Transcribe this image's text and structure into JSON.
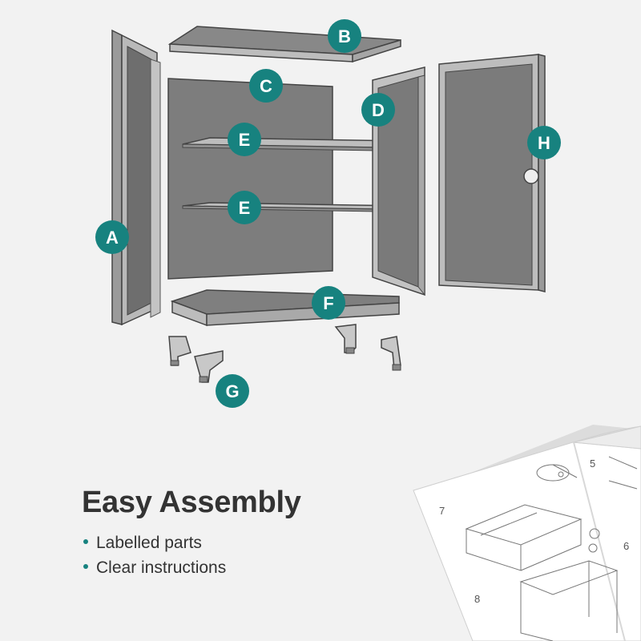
{
  "accent_color": "#17827f",
  "parts": {
    "labels": [
      "A",
      "B",
      "C",
      "D",
      "E",
      "E",
      "F",
      "G",
      "H"
    ],
    "part_names": [
      "left-door",
      "top-panel",
      "back-panel",
      "right-glass-door",
      "shelf",
      "shelf",
      "base-panel",
      "legs",
      "side-door"
    ]
  },
  "manual": {
    "page_numbers": [
      "7",
      "8",
      "5",
      "6"
    ]
  },
  "headline": "Easy Assembly",
  "features": [
    "Labelled parts",
    "Clear instructions"
  ]
}
